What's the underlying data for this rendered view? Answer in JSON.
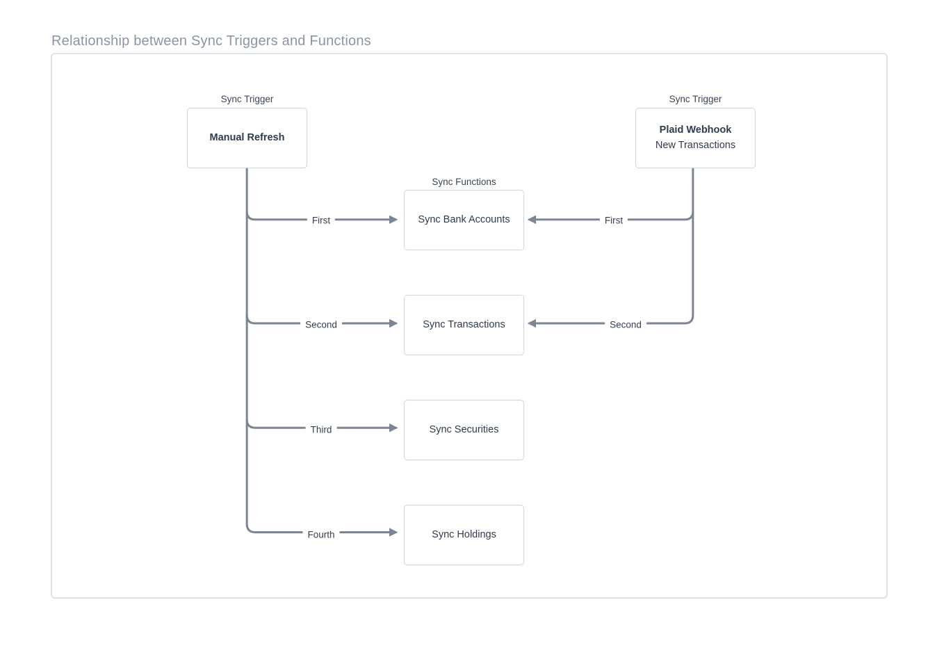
{
  "title": "Relationship between Sync Triggers and Functions",
  "diagram": {
    "trigger_group_label": "Sync Trigger",
    "functions_group_label": "Sync Functions",
    "triggers": [
      {
        "name": "Manual Refresh",
        "subtitle": ""
      },
      {
        "name": "Plaid Webhook",
        "subtitle": "New Transactions"
      }
    ],
    "functions": [
      {
        "name": "Sync Bank Accounts"
      },
      {
        "name": "Sync Transactions"
      },
      {
        "name": "Sync Securities"
      },
      {
        "name": "Sync Holdings"
      }
    ],
    "manual_refresh_edges": [
      {
        "label": "First"
      },
      {
        "label": "Second"
      },
      {
        "label": "Third"
      },
      {
        "label": "Fourth"
      }
    ],
    "plaid_webhook_edges": [
      {
        "label": "First"
      },
      {
        "label": "Second"
      }
    ],
    "colors": {
      "line": "#7b8594",
      "box_border": "#ccd4de",
      "node_text": "#2e3b4e",
      "title_text": "#8a94a4",
      "panel_border": "#dde3ec"
    }
  }
}
